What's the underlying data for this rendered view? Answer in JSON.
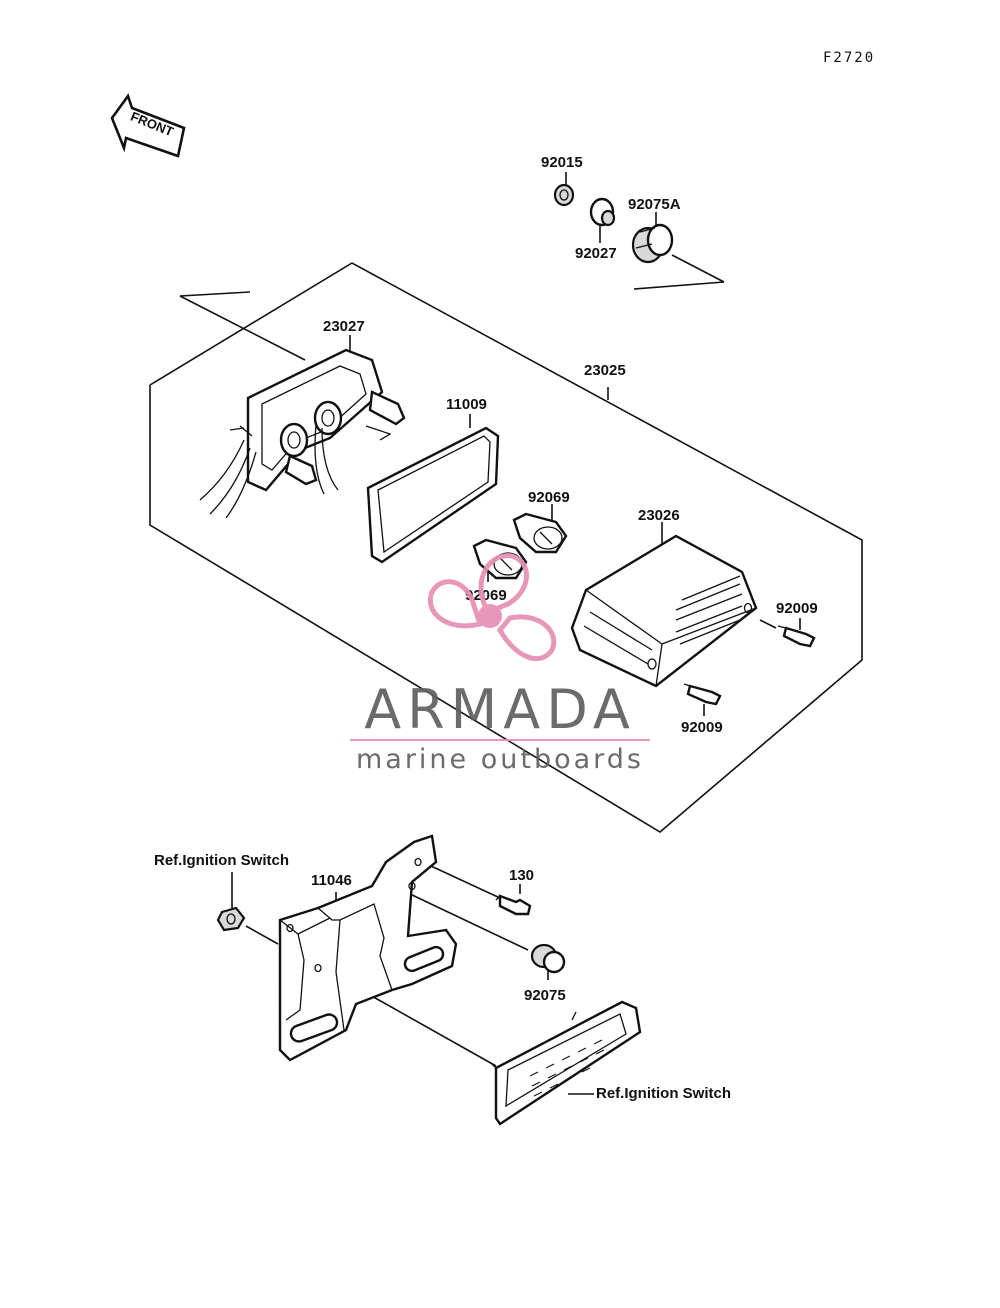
{
  "diagram": {
    "code": "F2720",
    "front_label": "FRONT",
    "labels": {
      "p92015": "92015",
      "p92027": "92027",
      "p92075A": "92075A",
      "p23027": "23027",
      "p11009": "11009",
      "p23025": "23025",
      "p92069_a": "92069",
      "p92069_b": "92069",
      "p23026": "23026",
      "p92009_a": "92009",
      "p92009_b": "92009",
      "ref_left": "Ref.Ignition Switch",
      "p11046": "11046",
      "p130": "130",
      "p92075": "92075",
      "ref_right": "Ref.Ignition Switch"
    }
  },
  "watermark": {
    "brand": "ARMADA",
    "tagline": "marine outboards",
    "logo_color": "#e68fb4",
    "text_color": "#5f5f5f"
  }
}
